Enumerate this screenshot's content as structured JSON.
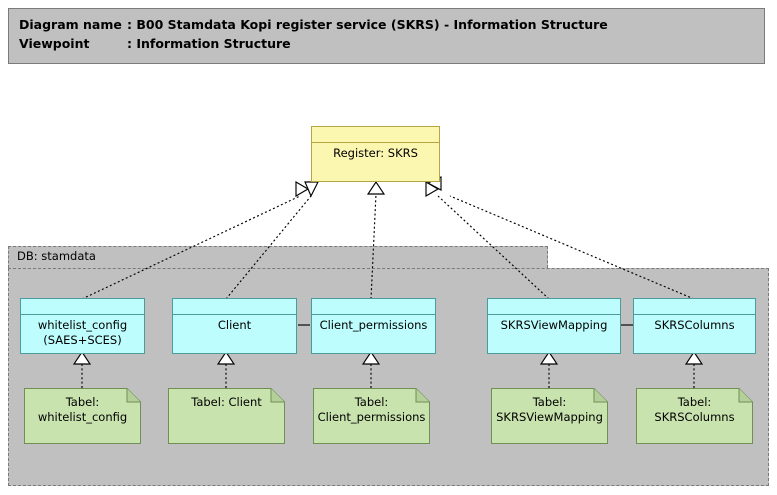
{
  "header": {
    "line1_label": "Diagram name",
    "line1_value": ": B00 Stamdata Kopi register service (SKRS) - Information Structure",
    "line2_label": "Viewpoint",
    "line2_value": ": Information Structure"
  },
  "register": {
    "label": "Register: SKRS"
  },
  "group": {
    "label": "DB: stamdata"
  },
  "entities": [
    {
      "label": "whitelist_config\n(SAES+SCES)"
    },
    {
      "label": "Client"
    },
    {
      "label": "Client_permissions"
    },
    {
      "label": "SKRSViewMapping"
    },
    {
      "label": "SKRSColumns"
    }
  ],
  "tables": [
    {
      "label": "Tabel:\nwhitelist_config"
    },
    {
      "label": "Tabel: Client"
    },
    {
      "label": "Tabel:\nClient_permissions"
    },
    {
      "label": "Tabel:\nSKRSViewMapping"
    },
    {
      "label": "Tabel: SKRSColumns"
    }
  ],
  "colors": {
    "header_bg": "#c0c0c0",
    "group_bg": "#c0c0c0",
    "entity_fill": "#bdfdfd",
    "entity_stroke": "#4d9c9c",
    "register_fill": "#fcf7b0",
    "register_stroke": "#b5a642",
    "note_fill": "#c9e3ae",
    "note_stroke": "#6f8f55",
    "line": "#000000"
  }
}
